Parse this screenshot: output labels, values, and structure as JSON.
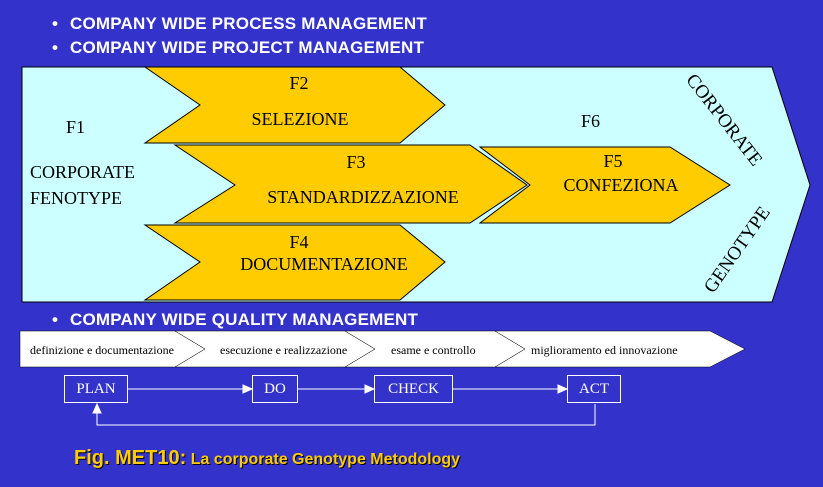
{
  "bullets": {
    "process": "COMPANY WIDE PROCESS MANAGEMENT",
    "project": "COMPANY WIDE PROJECT MANAGEMENT",
    "quality": "COMPANY WIDE QUALITY MANAGEMENT"
  },
  "main_arrow": {
    "f1": "F1",
    "corporate": "CORPORATE",
    "fenotype": "FENOTYPE",
    "f6": "F6",
    "corporate_vertical": "CORPORATE",
    "genotype_vertical": "GENOTYPE"
  },
  "chevrons": {
    "f2_code": "F2",
    "f2_label": "SELEZIONE",
    "f3_code": "F3",
    "f3_label": "STANDARDIZZAZIONE",
    "f4_code": "F4",
    "f4_label": "DOCUMENTAZIONE",
    "f5_code": "F5",
    "f5_label": "CONFEZIONA"
  },
  "quality_steps": [
    "definizione e documentazione",
    "esecuzione e realizzazione",
    "esame e controllo",
    "miglioramento ed innovazione"
  ],
  "pdca": {
    "plan": "PLAN",
    "do": "DO",
    "check": "CHECK",
    "act": "ACT"
  },
  "caption": {
    "prefix": "Fig. MET10:",
    "text": "La corporate Genotype Metodology"
  },
  "colors": {
    "background": "#3333cc",
    "main_arrow": "#ccffff",
    "chevron": "#ffcc00",
    "caption": "#ffcc00"
  }
}
